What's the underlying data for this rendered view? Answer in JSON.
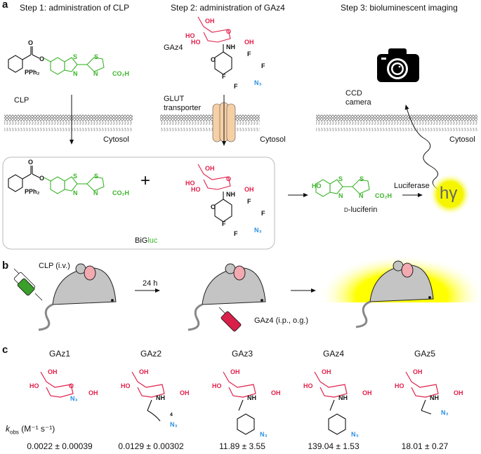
{
  "colors": {
    "luciferin_green": "#3cb42a",
    "sugar_red": "#e0204a",
    "azide_blue": "#2a8fe0",
    "glow_yellow": "#f5f500",
    "membrane_gray": "#888888",
    "mouse_gray": "#c4c4c4",
    "ear_pink": "#f3a9b0",
    "transporter_peach": "#f6cfa6",
    "box_border": "#bbbbbb"
  },
  "panel_a": {
    "letter": "a",
    "steps": [
      {
        "title": "Step 1: administration of CLP"
      },
      {
        "title": "Step 2: administration of GAz4"
      },
      {
        "title": "Step 3: bioluminescent imaging"
      }
    ],
    "labels": {
      "clp": "CLP",
      "gaz4": "GAz4",
      "glut_line1": "GLUT",
      "glut_line2": "transporter",
      "ccd_line1": "CCD",
      "ccd_line2": "camera",
      "cytosol": "Cytosol",
      "luciferase": "Luciferase",
      "hv": "hγ",
      "plus": "+",
      "biogluc_prefix": "BiG",
      "biogluc_suffix": "luc",
      "d_luciferin_prefix": "D",
      "d_luciferin_suffix": "-luciferin"
    },
    "atoms": {
      "O": "O",
      "S": "S",
      "N": "N",
      "OH": "OH",
      "HO": "HO",
      "NH": "NH",
      "F": "F",
      "N3": "N₃",
      "PPh2": "PPh₂",
      "CO2H": "CO₂H"
    },
    "icons": [
      "camera-icon",
      "membrane",
      "glut-transporter",
      "photon-wave"
    ]
  },
  "panel_b": {
    "letter": "b",
    "clp_route": "CLP (i.v.)",
    "delay": "24 h",
    "gaz4_route": "GAz4 (i.p., o.g.)"
  },
  "panel_c": {
    "letter": "c",
    "kobs_label_k": "k",
    "kobs_label_sub": "obs",
    "kobs_units": "(M⁻¹ s⁻¹)",
    "compounds": [
      {
        "name": "GAz1",
        "kobs": "0.0022 ± 0.00039"
      },
      {
        "name": "GAz2",
        "kobs": "0.0129 ± 0.00302",
        "chain_n": "4"
      },
      {
        "name": "GAz3",
        "kobs": "11.89 ± 3.55"
      },
      {
        "name": "GAz4",
        "kobs": "139.04 ± 1.53"
      },
      {
        "name": "GAz5",
        "kobs": "18.01 ± 0.27"
      }
    ]
  }
}
